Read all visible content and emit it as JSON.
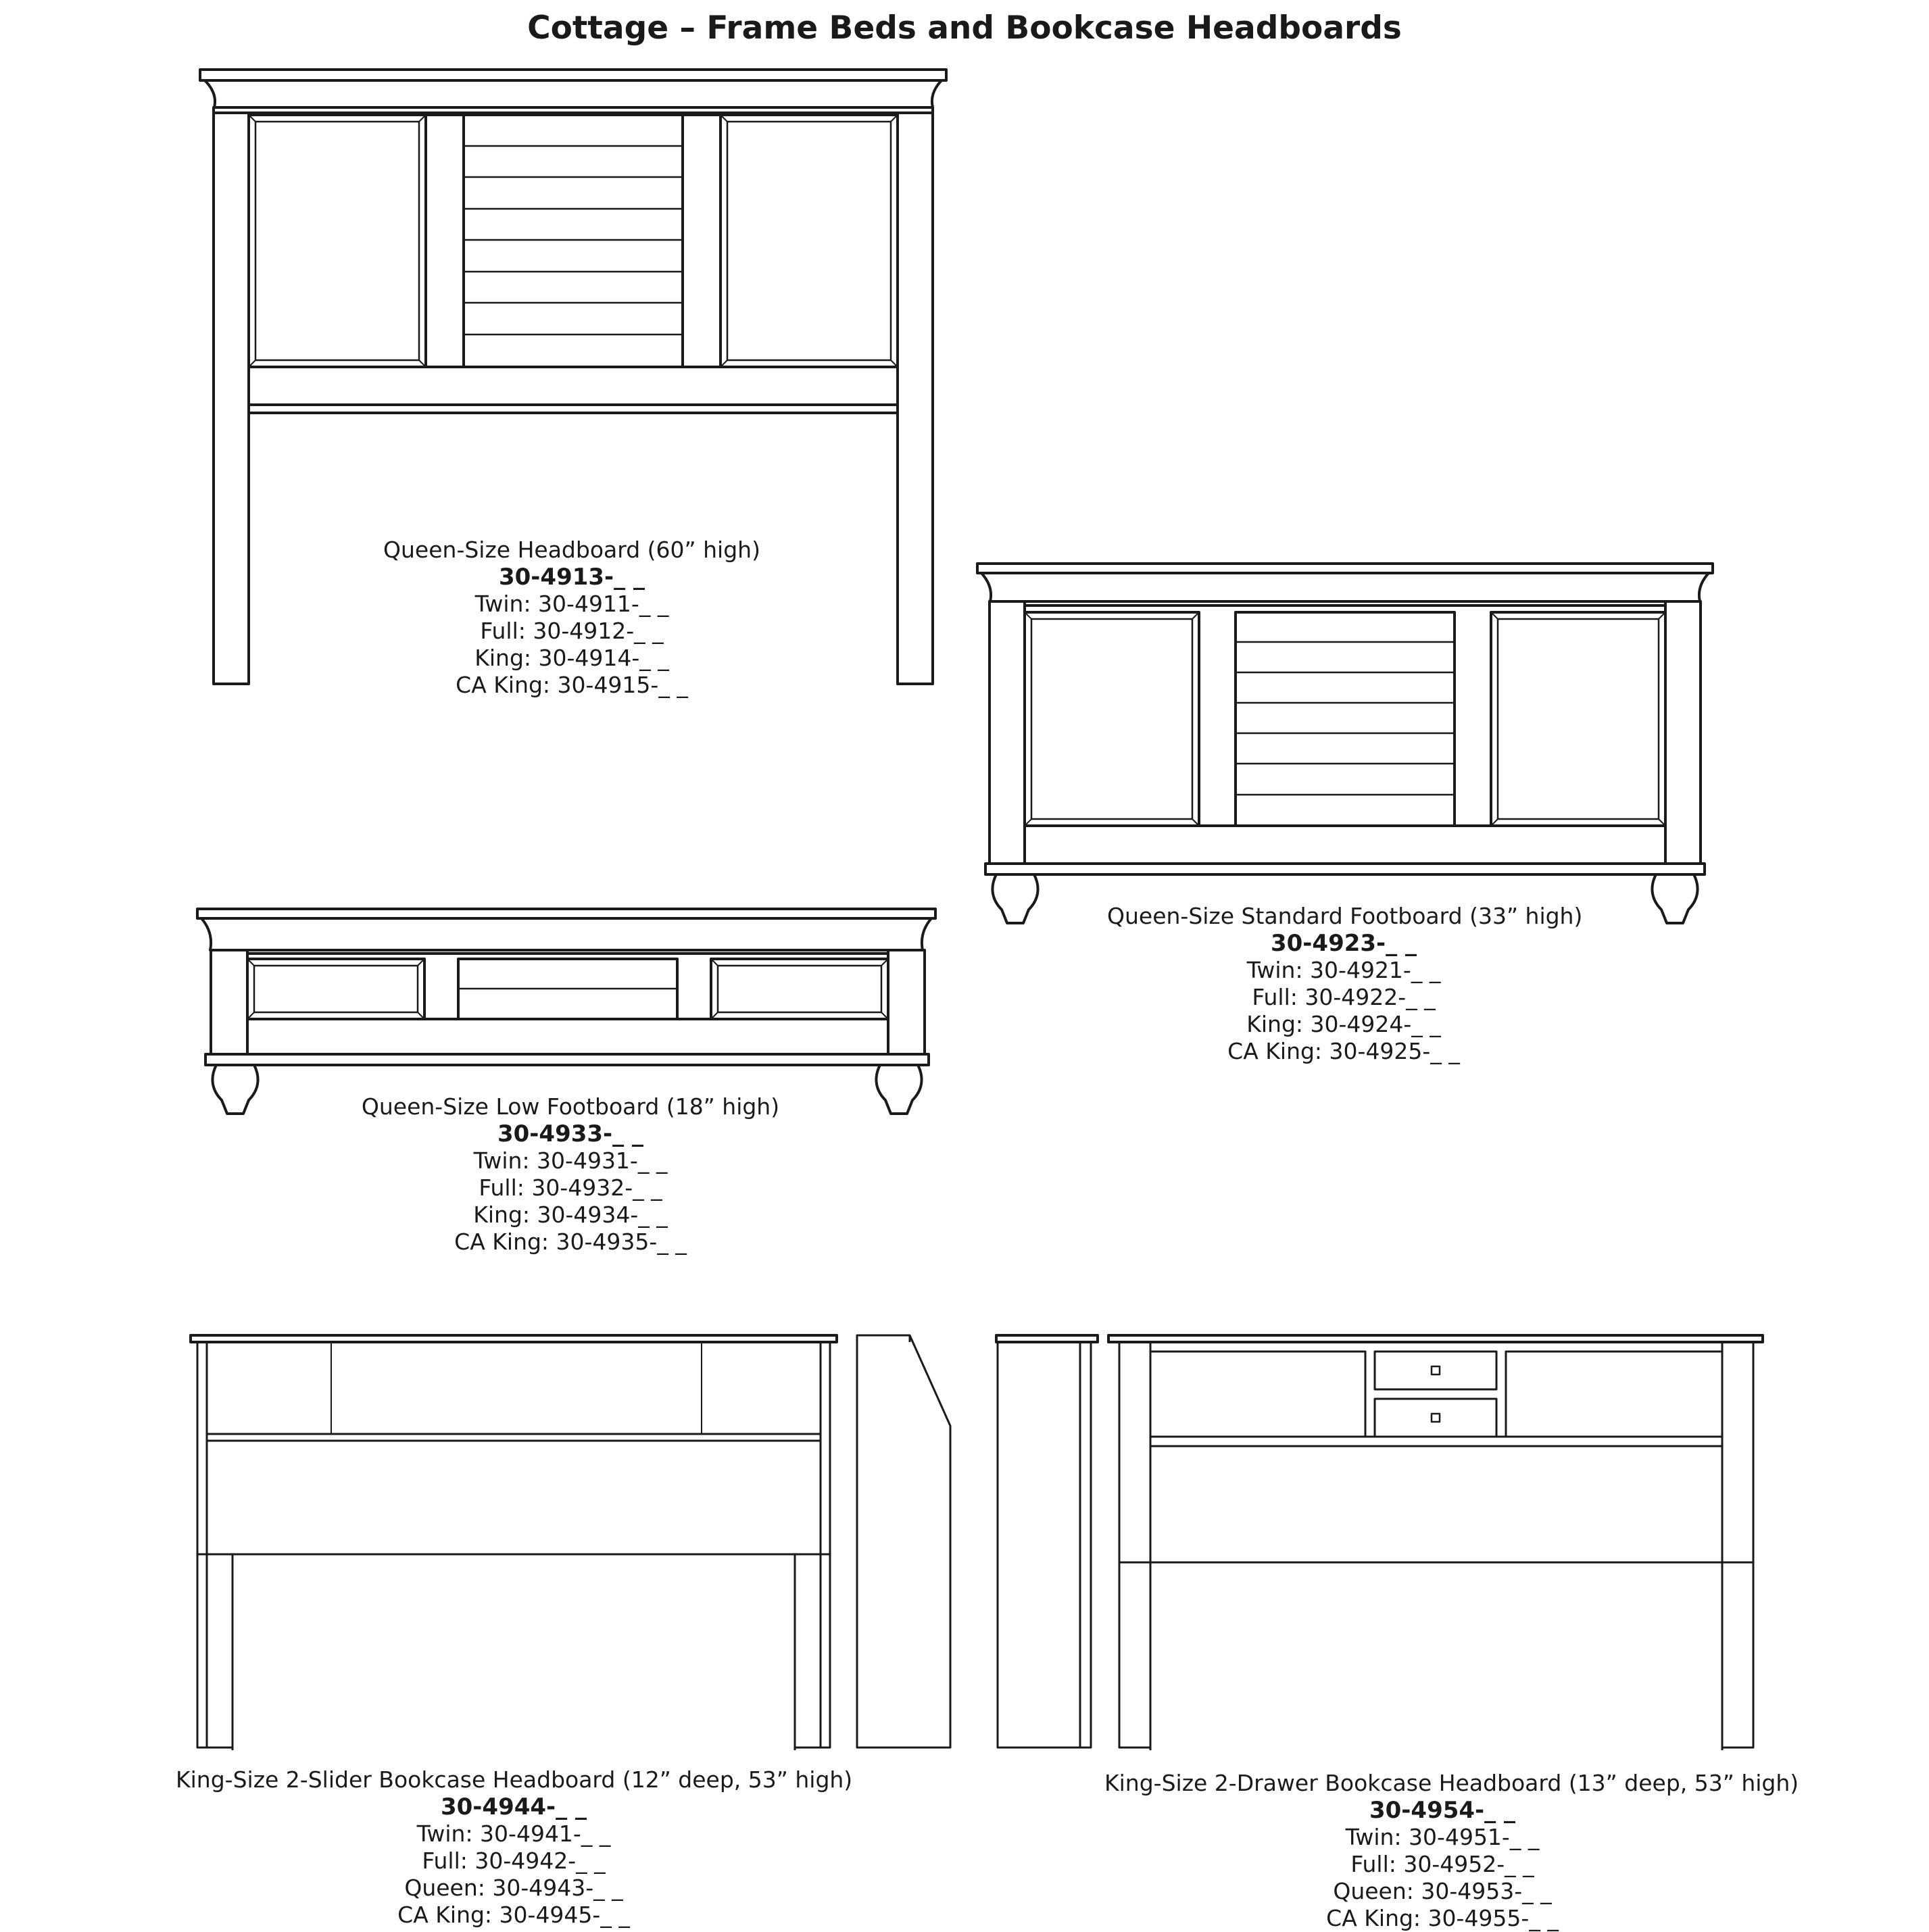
{
  "title": "Cottage – Frame Beds and Bookcase Headboards",
  "products": [
    {
      "name": "Queen-Size Headboard (60” high)",
      "code": "30-4913-_ _",
      "variants": [
        "Twin: 30-4911-_ _",
        "Full: 30-4912-_ _",
        "King: 30-4914-_ _",
        "CA King: 30-4915-_ _"
      ]
    },
    {
      "name": "Queen-Size Standard Footboard (33” high)",
      "code": "30-4923-_ _",
      "variants": [
        "Twin: 30-4921-_ _",
        "Full: 30-4922-_ _",
        "King: 30-4924-_ _",
        "CA King: 30-4925-_ _"
      ]
    },
    {
      "name": "Queen-Size Low Footboard (18” high)",
      "code": "30-4933-_ _",
      "variants": [
        "Twin: 30-4931-_ _",
        "Full: 30-4932-_ _",
        "King: 30-4934-_ _",
        "CA King: 30-4935-_ _"
      ]
    },
    {
      "name": "King-Size 2-Slider Bookcase Headboard (12” deep, 53” high)",
      "code": "30-4944-_ _",
      "variants": [
        "Twin: 30-4941-_ _",
        "Full: 30-4942-_ _",
        "Queen: 30-4943-_ _",
        "CA King: 30-4945-_ _"
      ]
    },
    {
      "name": "King-Size 2-Drawer Bookcase Headboard (13” deep, 53” high)",
      "code": "30-4954-_ _",
      "variants": [
        "Twin: 30-4951-_ _",
        "Full: 30-4952-_ _",
        "Queen: 30-4953-_ _",
        "CA King: 30-4955-_ _"
      ]
    }
  ]
}
